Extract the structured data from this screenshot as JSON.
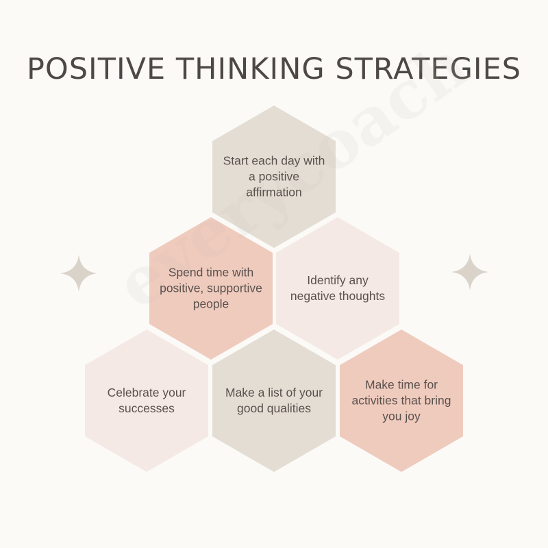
{
  "title": "POSITIVE THINKING STRATEGIES",
  "watermark": "everycoach",
  "colors": {
    "background": "#fbfaf7",
    "beige": "#e3ddd4",
    "pink": "#efcbbe",
    "light_pink": "#f5e9e5",
    "sparkle": "#d9d3ca",
    "text": "#5a514d"
  },
  "hexagons": [
    {
      "label": "Start each day with a positive affirmation",
      "color": "beige"
    },
    {
      "label": "Spend time with positive, supportive people",
      "color": "pink"
    },
    {
      "label": "Identify any negative thoughts",
      "color": "light_pink"
    },
    {
      "label": "Celebrate your successes",
      "color": "light_pink"
    },
    {
      "label": "Make a list of your good qualities",
      "color": "beige"
    },
    {
      "label": "Make time for activities that bring you joy",
      "color": "pink"
    }
  ],
  "decorations": [
    "sparkle-icon",
    "sparkle-icon"
  ]
}
